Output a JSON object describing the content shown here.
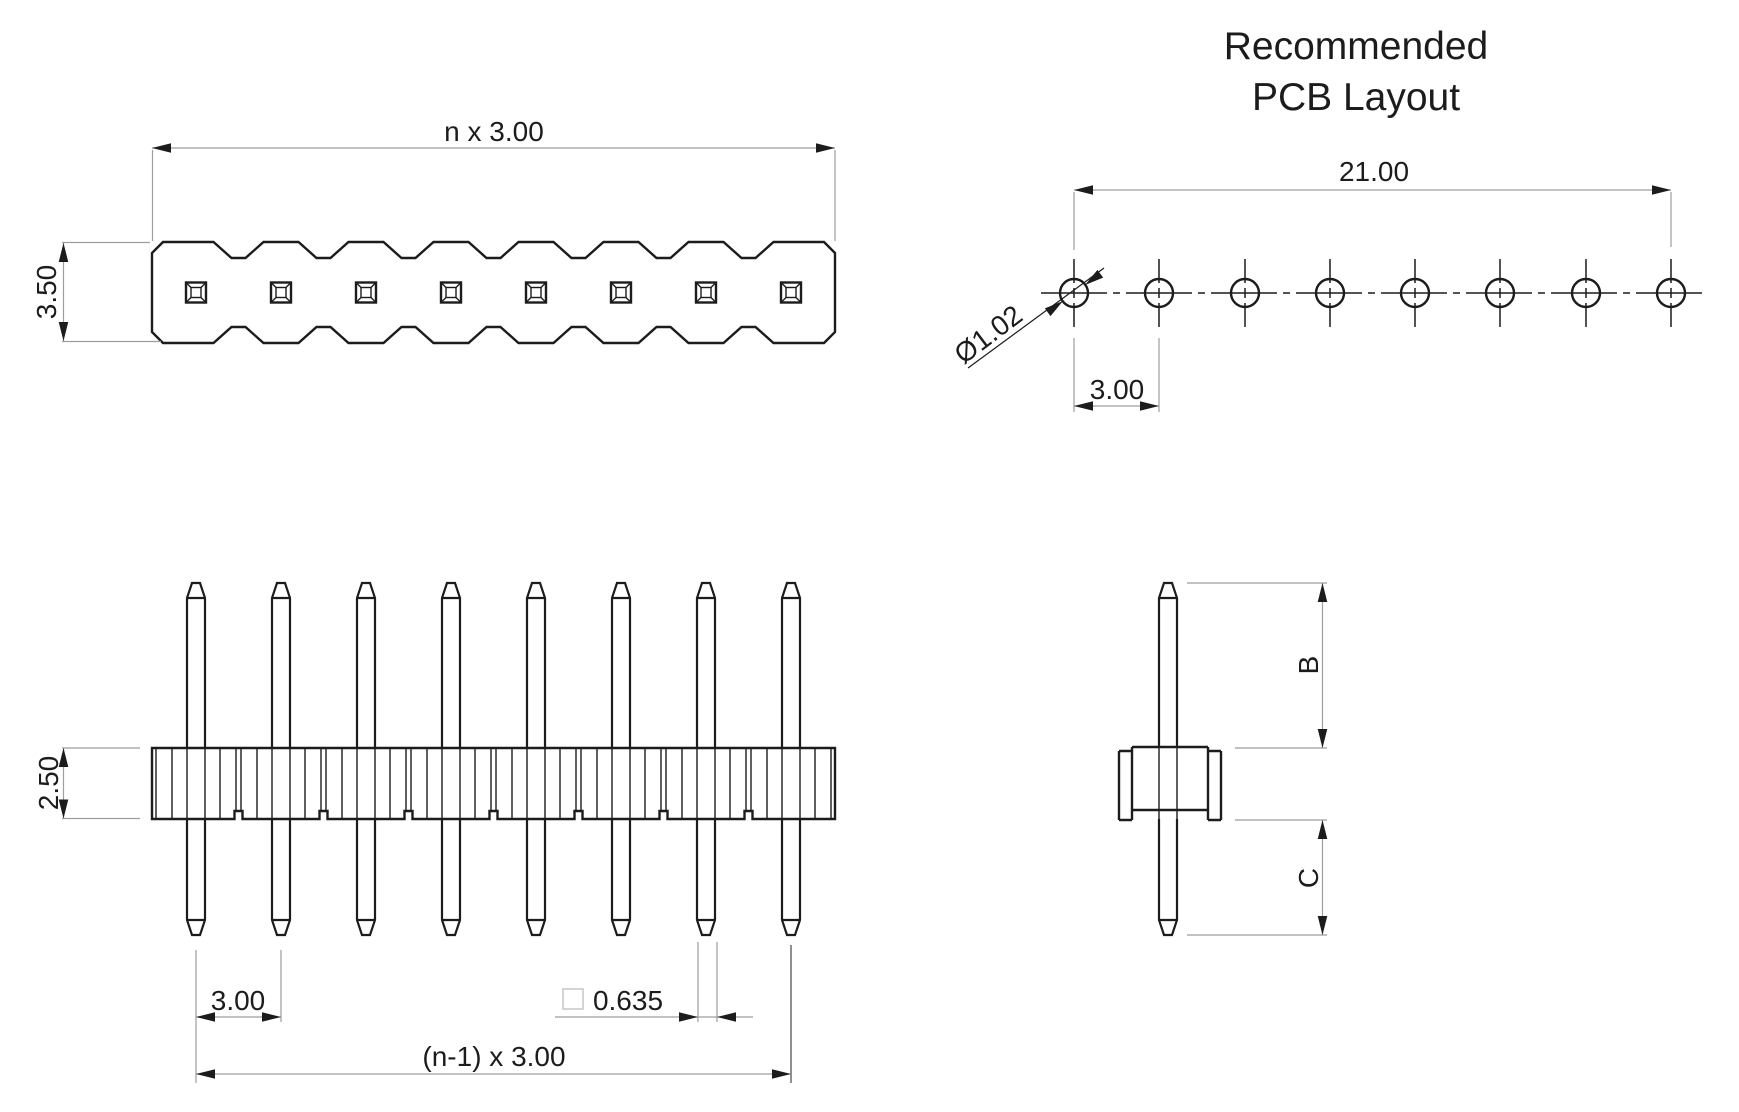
{
  "colors": {
    "line": "#1c1c1c",
    "dim_line": "#9e9e9e",
    "faint": "#c9c9c9",
    "background": "#ffffff"
  },
  "title": {
    "line1": "Recommended",
    "line2": "PCB Layout"
  },
  "top_view": {
    "label_width": "n x 3.00",
    "label_height": "3.50",
    "pin_count": 8
  },
  "pcb_layout": {
    "label_span": "21.00",
    "label_hole_dia": "Ø1.02",
    "label_pitch": "3.00",
    "hole_count": 8
  },
  "side_view": {
    "label_body_height": "2.50",
    "label_pitch": "3.00",
    "label_pin_square": "0.635",
    "label_span": "(n-1) x 3.00",
    "pin_count": 8
  },
  "pin_view": {
    "label_above_board": "B",
    "label_below_board": "C"
  }
}
